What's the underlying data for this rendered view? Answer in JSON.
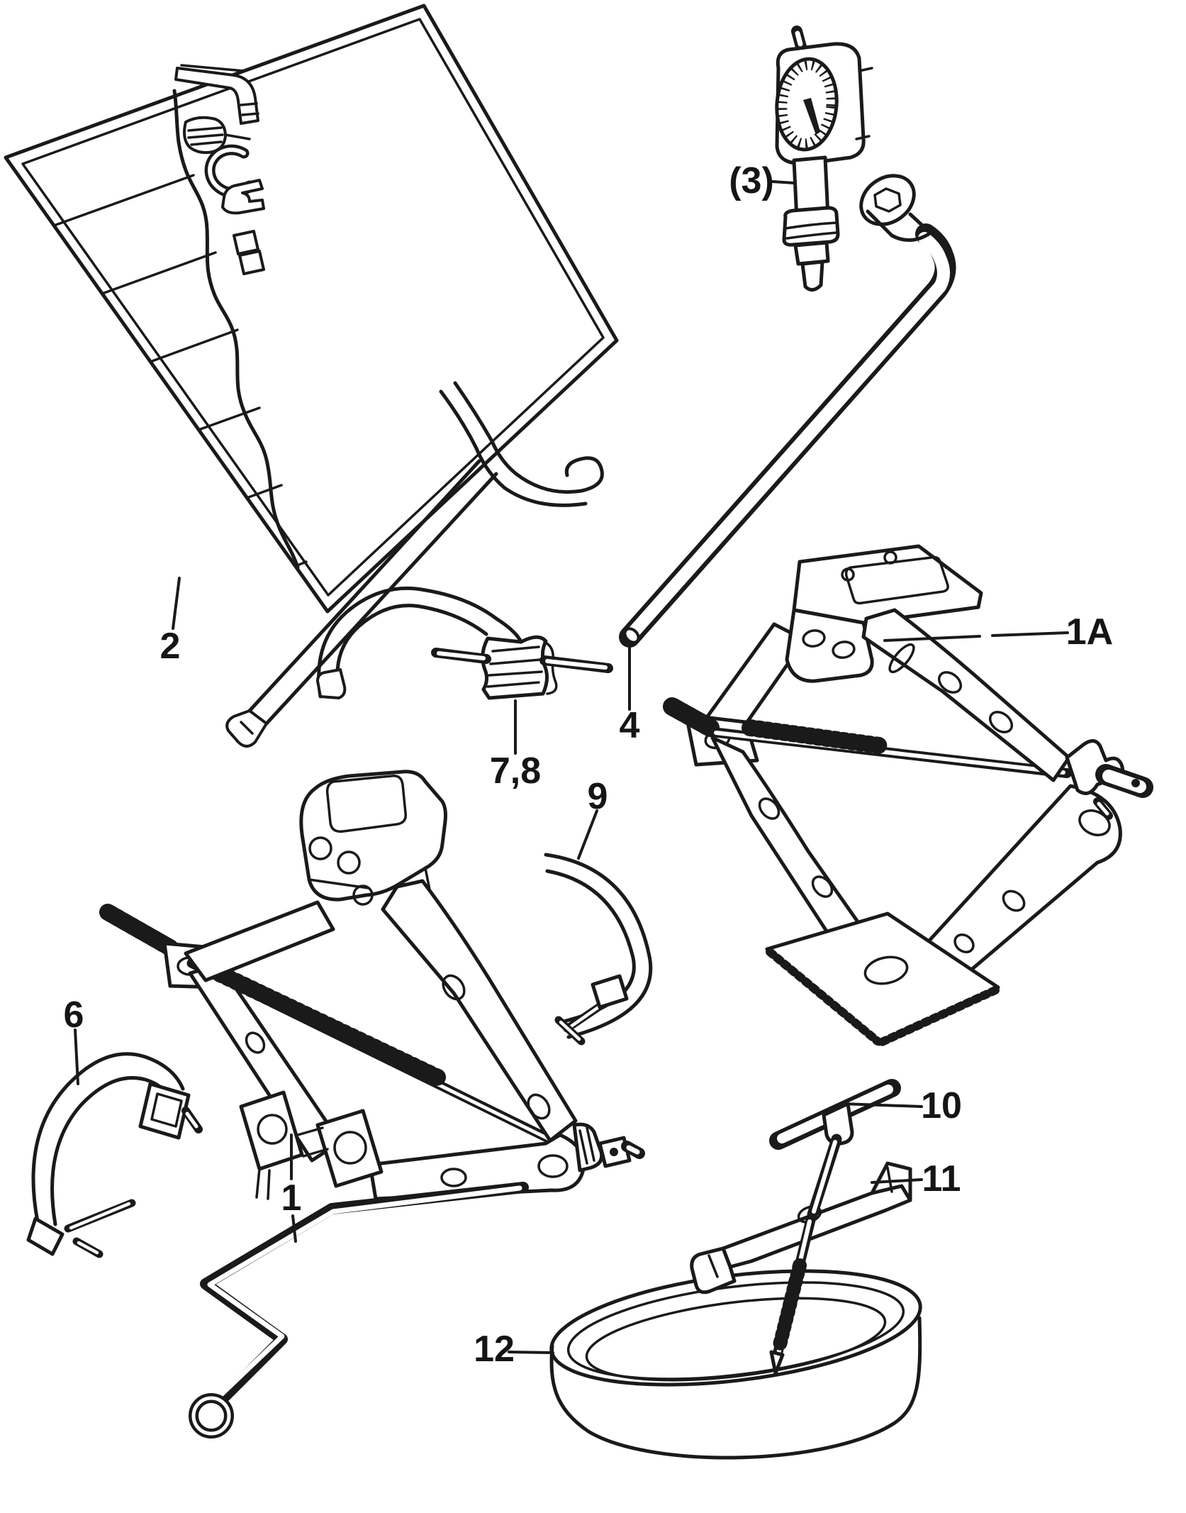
{
  "page": {
    "background": "#ffffff",
    "ink": "#1a1a1a"
  },
  "diagram": {
    "type": "exploded-parts-line-drawing",
    "subject": "vehicle jack and on-board tool kit",
    "labels": {
      "p1": "1",
      "p1a": "1A",
      "p2": "2",
      "p3": "(3)",
      "p4": "4",
      "p6": "6",
      "p78": "7,8",
      "p9": "9",
      "p10": "10",
      "p11": "11",
      "p12": "12"
    }
  }
}
